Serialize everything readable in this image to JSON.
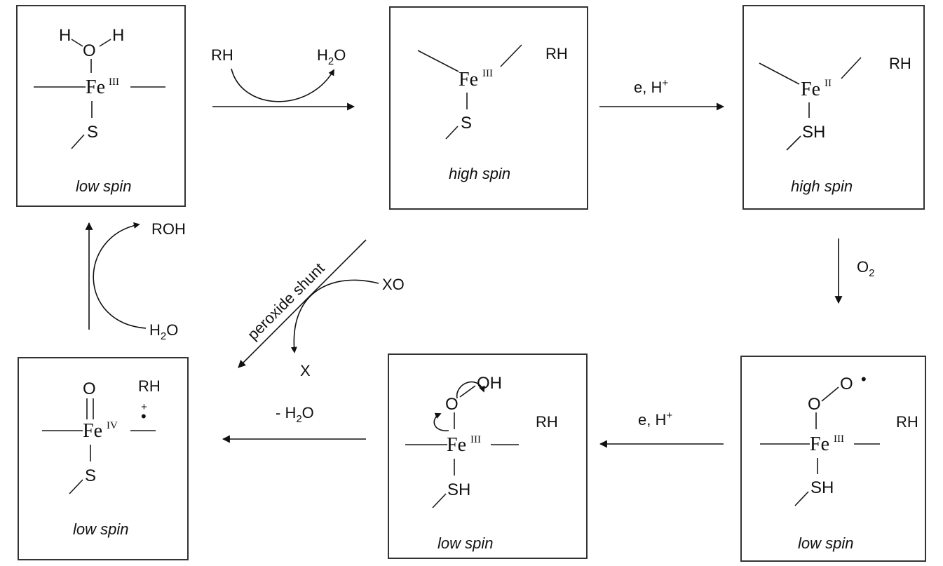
{
  "states": [
    {
      "id": "s1",
      "metal": "Fe",
      "oxidation": "III",
      "axial_ligand": "S",
      "water_h": "H",
      "water_o": "O",
      "spin": "low spin"
    },
    {
      "id": "s2",
      "metal": "Fe",
      "oxidation": "III",
      "axial_ligand": "S",
      "substrate": "RH",
      "spin": "high spin"
    },
    {
      "id": "s3",
      "metal": "Fe",
      "oxidation": "II",
      "axial_ligand": "SH",
      "substrate": "RH",
      "spin": "high spin"
    },
    {
      "id": "s4",
      "metal": "Fe",
      "oxidation": "III",
      "axial_ligand": "SH",
      "o1": "O",
      "o2": "O",
      "radical": "•",
      "substrate": "RH",
      "spin": "low spin"
    },
    {
      "id": "s5",
      "metal": "Fe",
      "oxidation": "III",
      "axial_ligand": "SH",
      "o1": "O",
      "oh": "OH",
      "substrate": "RH",
      "spin": "low spin"
    },
    {
      "id": "s6",
      "metal": "Fe",
      "oxidation": "IV",
      "axial_ligand": "S",
      "oxo": "O",
      "radical_cation": "+",
      "radical_dot": "•",
      "substrate": "RH",
      "spin": "low spin"
    }
  ],
  "steps": {
    "substrate_binding": {
      "in": "RH",
      "out_main": "H",
      "out_sub": "2",
      "out_end": "O"
    },
    "reduction1": {
      "label": "e, H",
      "sup": "+"
    },
    "oxygen": {
      "main": "O",
      "sub": "2"
    },
    "reduction2": {
      "label": "e, H",
      "sup": "+"
    },
    "dehydration": {
      "main": "- H",
      "sub": "2",
      "end": "O"
    },
    "hydroxylation": {
      "out": "ROH",
      "in_main": "H",
      "in_sub": "2",
      "in_end": "O"
    },
    "shunt": {
      "label": "peroxide shunt",
      "in": "XO",
      "out": "X"
    }
  }
}
